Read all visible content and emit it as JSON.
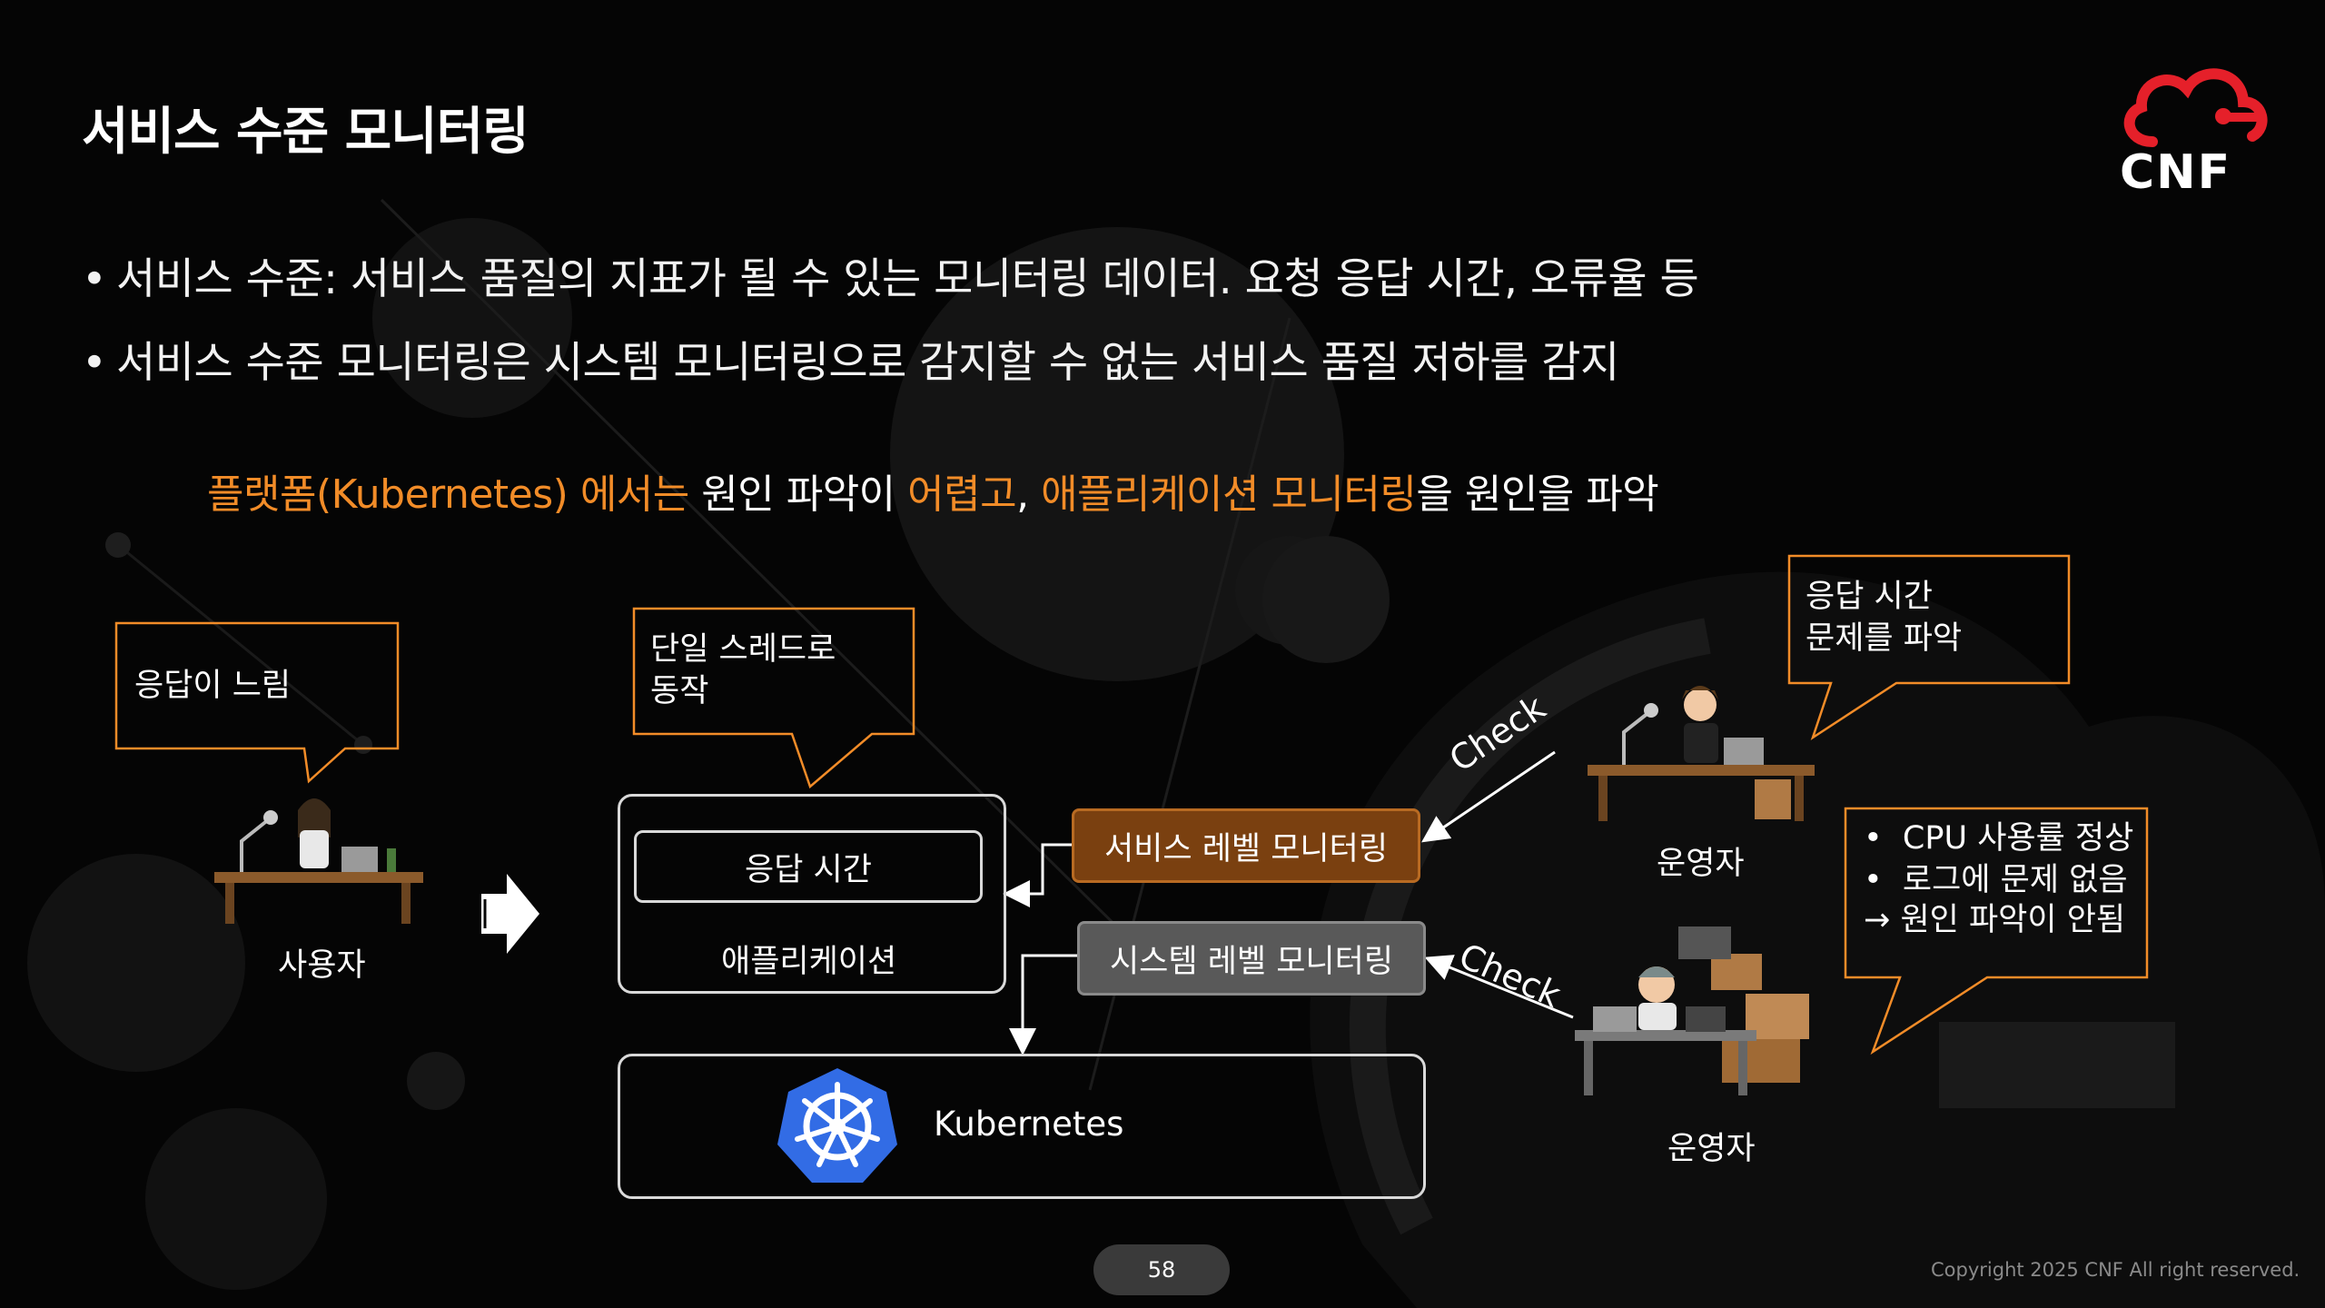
{
  "slide": {
    "title": "서비스 수준 모니터링",
    "logo_text": "CNF",
    "bullets": [
      "서비스 수준: 서비스 품질의 지표가 될 수 있는 모니터링 데이터. 요청 응답 시간, 오류율 등",
      "서비스 수준 모니터링은 시스템 모니터링으로 감지할 수 없는 서비스 품질 저하를 감지"
    ],
    "highlight": {
      "part1": "플랫폼(Kubernetes) 에서는",
      "part2": " 원인 파악이 ",
      "part3": "어렵고",
      "part4": ", ",
      "part5": "애플리케이션 모니터링",
      "part6": "을 원인을 파악"
    }
  },
  "diagram": {
    "user_callout": "응답이 느림",
    "user_label": "사용자",
    "thread_callout": [
      "단일 스레드로",
      "동작"
    ],
    "response_time_label": "응답 시간",
    "application_label": "애플리케이션",
    "kubernetes_label": "Kubernetes",
    "service_monitoring_label": "서비스 레벨 모니터링",
    "system_monitoring_label": "시스템 레벨 모니터링",
    "check_label": "Check",
    "operator_callout": [
      "응답 시간",
      "문제를 파악"
    ],
    "operator_label": "운영자",
    "status_callout": [
      "CPU 사용률 정상",
      "로그에 문제 없음",
      "→ 원인 파악이 안됨"
    ]
  },
  "footer": {
    "page_number": "58",
    "copyright": "Copyright 2025 CNF All right reserved."
  },
  "colors": {
    "accent_orange": "#f28c28",
    "service_box_fill": "#7a4010",
    "system_box_fill": "#595959",
    "kubernetes_blue": "#326ce5",
    "logo_red": "#e5202a"
  }
}
